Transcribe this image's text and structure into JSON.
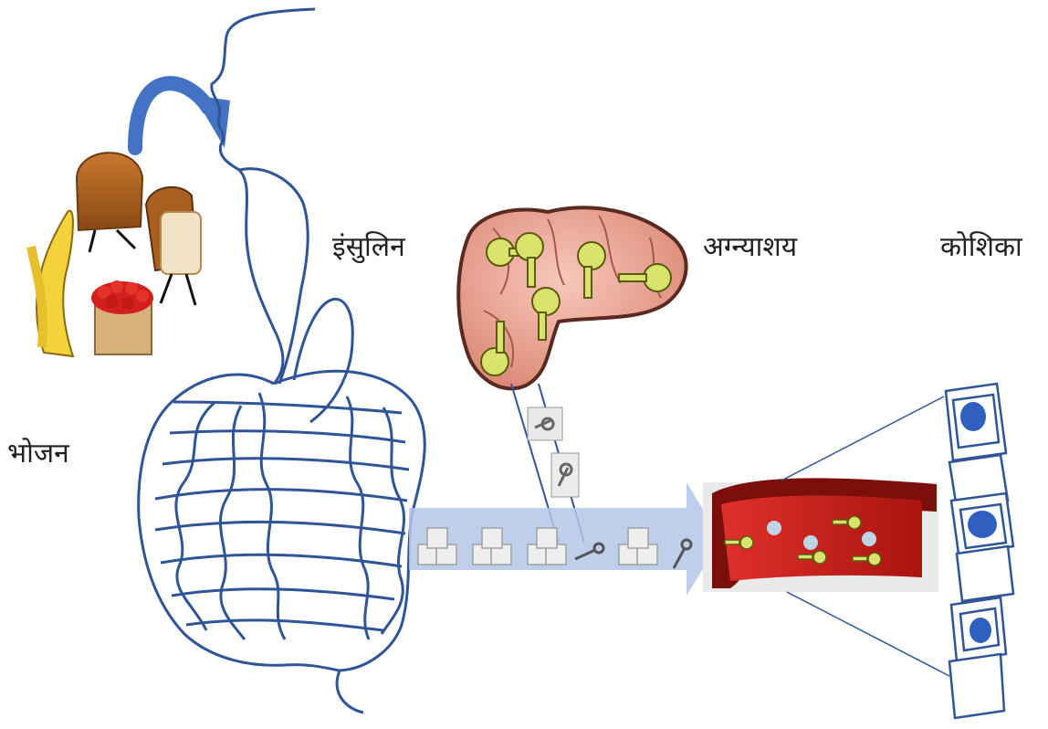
{
  "labels": {
    "food": "भोजन",
    "insulin": "इंसुलिन",
    "pancreas": "अग्न्याशय",
    "cell": "कोशिका"
  },
  "colors": {
    "tract": "#2f5597",
    "arrow": "#4472c4",
    "flow_arrow": "#b4c7e7",
    "pancreas": "#e8a090",
    "pancreas_outline": "#5a2a22",
    "key": "#d9e26a",
    "vessel": "#c0201c",
    "vessel_dark": "#7a0f0c",
    "nucleus": "#2f5fbf",
    "sugar_cube": "#eeeeee"
  },
  "icons": [
    "curved-arrow-icon",
    "bread-icon",
    "banana-icon",
    "strawberry-basket-icon",
    "sliced-bread-icon",
    "pancreas-icon",
    "insulin-key-icon",
    "sugar-cube-icon",
    "blood-vessel-icon",
    "cell-icon"
  ]
}
